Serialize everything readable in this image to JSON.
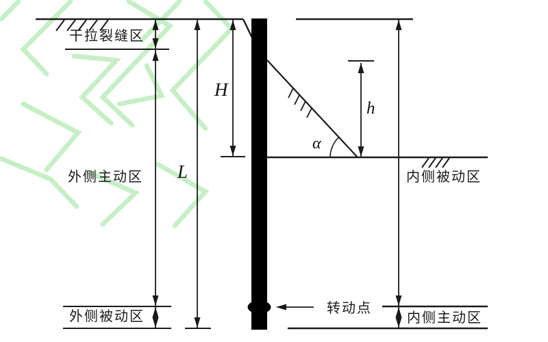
{
  "diagram": {
    "type": "geotechnical-retaining-pile-schematic",
    "labels": {
      "crack_zone": "干拉裂缝区",
      "outer_active_zone": "外侧主动区",
      "outer_passive_zone": "外侧被动区",
      "inner_passive_zone": "内侧被动区",
      "inner_active_zone": "内侧主动区",
      "rotation_point": "转动点"
    },
    "dimensions": {
      "pile_length": "L",
      "excavation_depth": "H",
      "slip_surface_height": "h",
      "slip_angle": "α"
    },
    "colors": {
      "line": "#1a1a1a",
      "text": "#1a1a1a",
      "pile_fill": "#000000",
      "watermark": "#a3e6a3",
      "background": "#ffffff"
    }
  }
}
